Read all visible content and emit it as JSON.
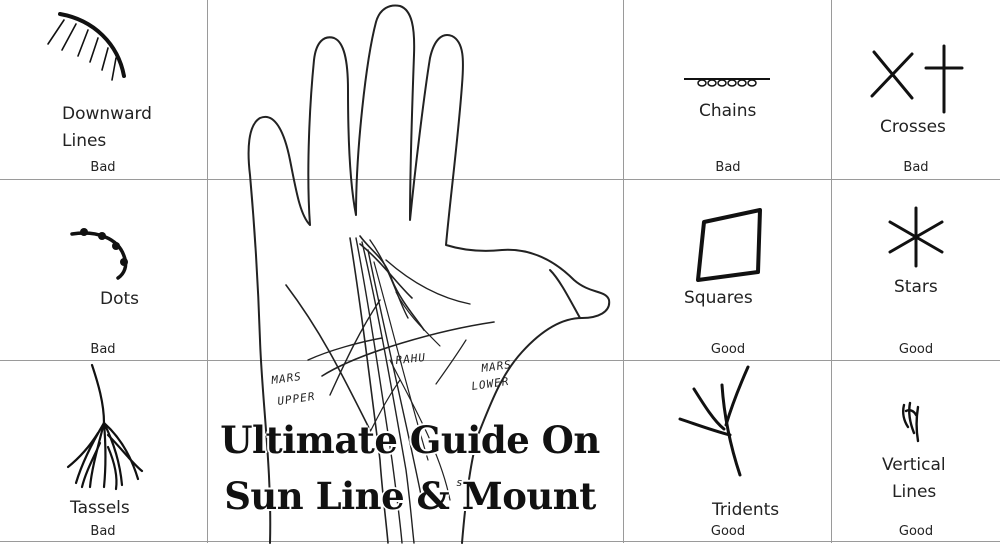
{
  "title": {
    "line1": "Ultimate Guide On",
    "line2": "Sun Line & Mount"
  },
  "hand_labels": {
    "mars_upper_1": "MARS",
    "mars_upper_2": "UPPER",
    "rahu": "RAHU",
    "mars_lower_1": "MARS",
    "mars_lower_2": "LOWER",
    "partial": "ss"
  },
  "cells": {
    "downward_lines": {
      "label_1": "Downward",
      "label_2": "Lines",
      "verdict": "Bad",
      "icon": "downward-lines-icon"
    },
    "dots": {
      "label": "Dots",
      "verdict": "Bad",
      "icon": "dots-icon"
    },
    "tassels": {
      "label": "Tassels",
      "verdict": "Bad",
      "icon": "tassels-icon"
    },
    "chains": {
      "label": "Chains",
      "verdict": "Bad",
      "icon": "chains-icon"
    },
    "squares": {
      "label": "Squares",
      "verdict": "Good",
      "icon": "square-icon"
    },
    "tridents": {
      "label": "Tridents",
      "verdict": "Good",
      "icon": "trident-icon"
    },
    "crosses": {
      "label": "Crosses",
      "verdict": "Bad",
      "icon": "crosses-icon"
    },
    "stars": {
      "label": "Stars",
      "verdict": "Good",
      "icon": "star-icon"
    },
    "vertical_lines": {
      "label_1": "Vertical",
      "label_2": "Lines",
      "verdict": "Good",
      "icon": "vertical-lines-icon"
    }
  }
}
